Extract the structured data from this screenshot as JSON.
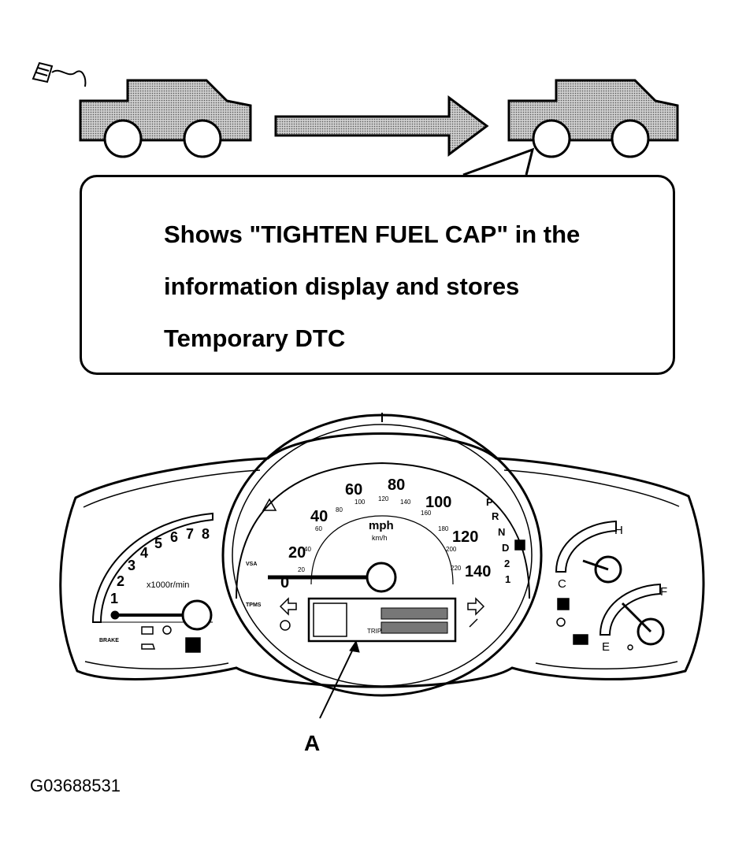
{
  "callout": {
    "line1": "Shows \"TIGHTEN FUEL CAP\" in the",
    "line2": "information display and stores",
    "line3": "Temporary DTC"
  },
  "pointer_label": "A",
  "figure_id": "G03688531",
  "speedometer": {
    "mph_labels": [
      "0",
      "20",
      "40",
      "60",
      "80",
      "100",
      "120",
      "140"
    ],
    "kmh_labels": [
      "20",
      "40",
      "60",
      "80",
      "100",
      "120",
      "140",
      "160",
      "180",
      "200",
      "220"
    ],
    "unit_main": "mph",
    "unit_sub": "km/h"
  },
  "gear_indicator": [
    "P",
    "R",
    "N",
    "D",
    "2",
    "1"
  ],
  "tachometer": {
    "labels": [
      "1",
      "2",
      "3",
      "4",
      "5",
      "6",
      "7",
      "8"
    ],
    "unit": "x1000r/min"
  },
  "temp_gauge": {
    "hot": "H",
    "cold": "C"
  },
  "fuel_gauge": {
    "full": "F",
    "empty": "E"
  },
  "info_display": {
    "trip_label": "TRIP"
  },
  "left_indicators": [
    "BRAKE",
    "VSA",
    "TPMS"
  ],
  "colors": {
    "line": "#000000",
    "car_fill": "#b8b8b8",
    "background": "#ffffff"
  }
}
